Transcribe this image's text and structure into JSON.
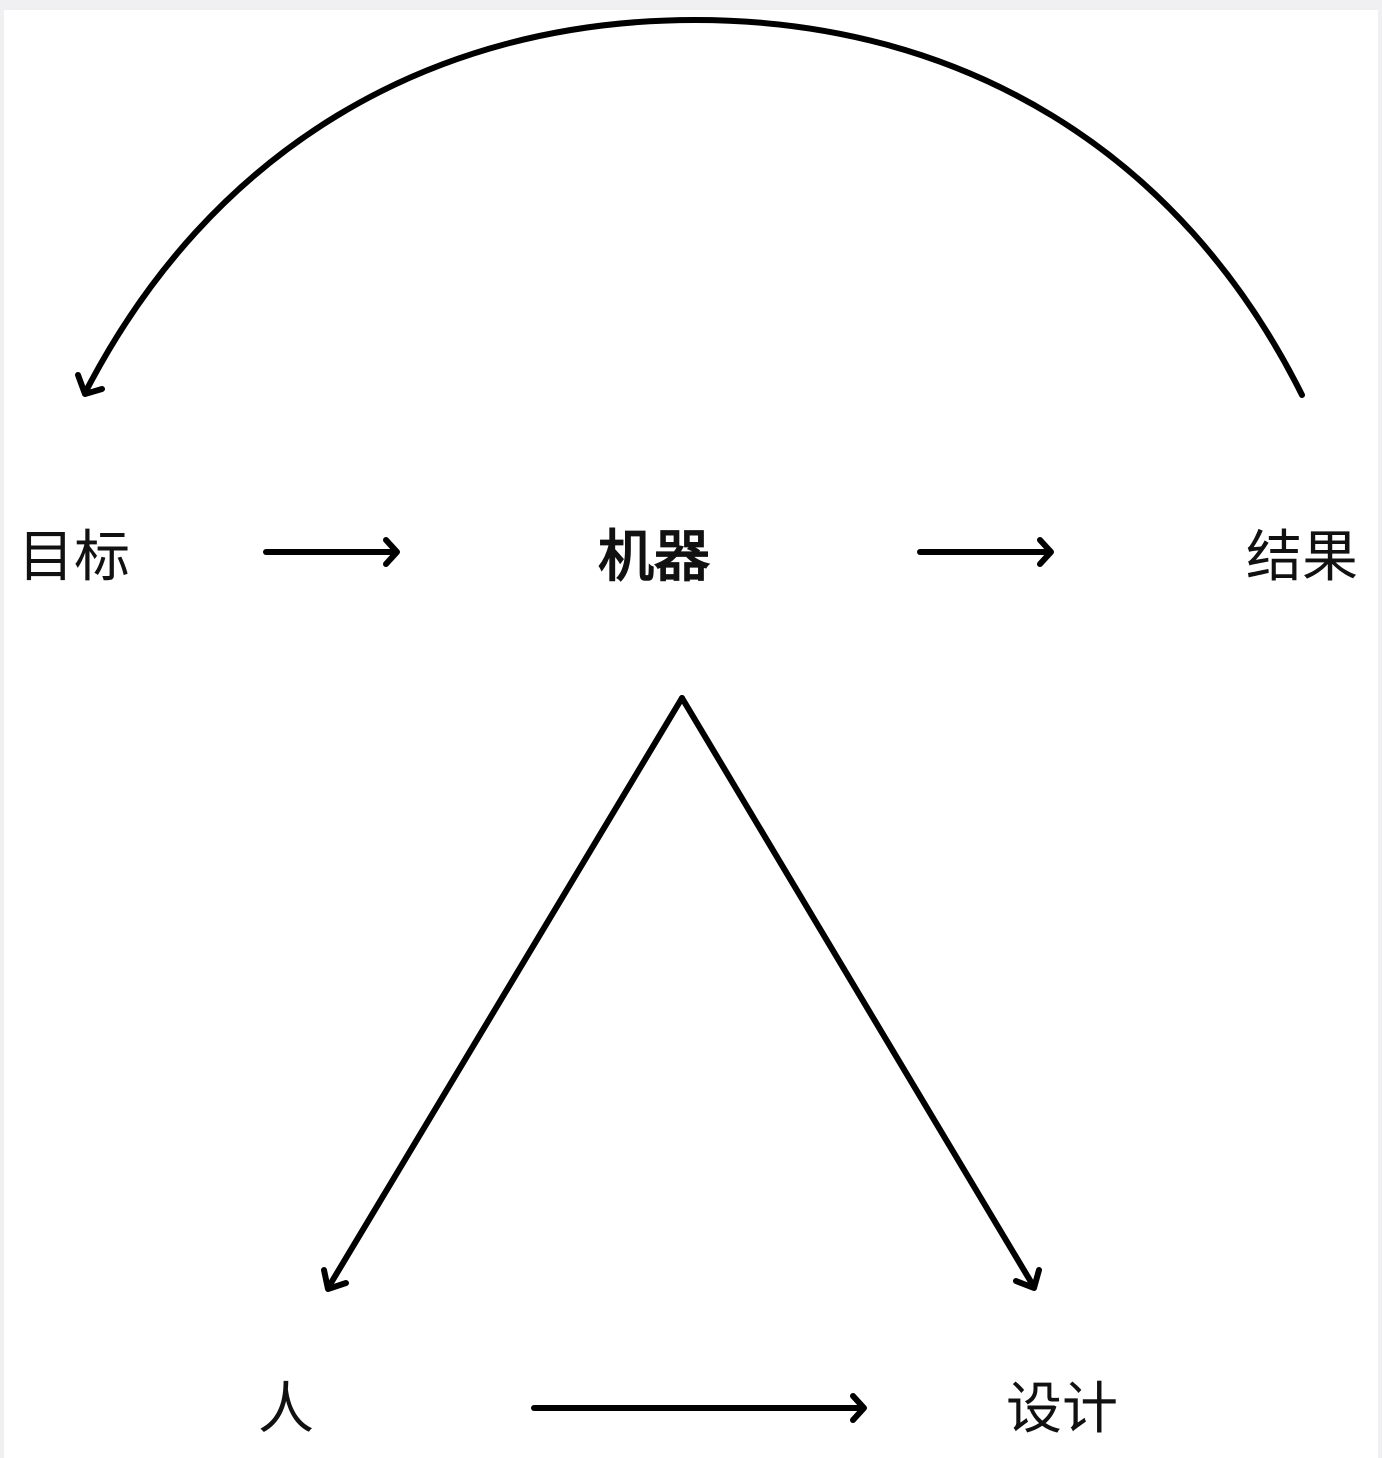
{
  "diagram": {
    "nodes": {
      "goal": "目标",
      "machine": "机器",
      "result": "结果",
      "person": "人",
      "design": "设计"
    },
    "edges": [
      {
        "from": "goal",
        "to": "machine"
      },
      {
        "from": "machine",
        "to": "result"
      },
      {
        "from": "result",
        "to": "goal"
      },
      {
        "from": "machine",
        "to": "person"
      },
      {
        "from": "machine",
        "to": "design"
      },
      {
        "from": "person",
        "to": "design"
      }
    ],
    "colors": {
      "line": "#000000",
      "text": "#111111",
      "background": "#ffffff"
    }
  }
}
